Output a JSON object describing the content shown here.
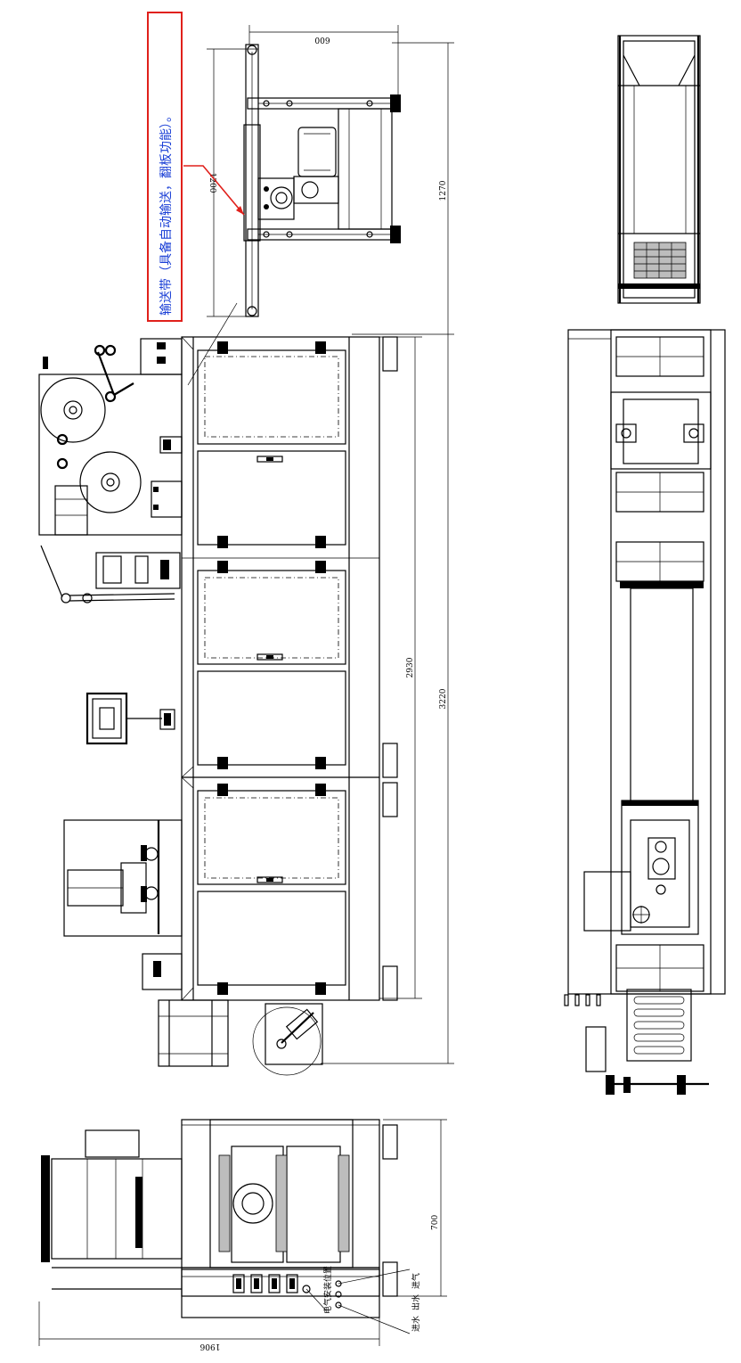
{
  "annotation": {
    "text": "输送带（具备自动输送，翻板功能）。",
    "border_color": "#e0201b",
    "text_color": "#1a3fd6"
  },
  "dimensions": {
    "top_width": "600",
    "top_length": "1200",
    "top_overall": "1270",
    "main_inner": "2930",
    "main_overall": "3220",
    "side_height": "700",
    "side_width": "1906"
  },
  "labels": {
    "electrical_position": "电气安装位置",
    "water_in": "进水",
    "water_out": "出水",
    "air_in": "进气"
  }
}
